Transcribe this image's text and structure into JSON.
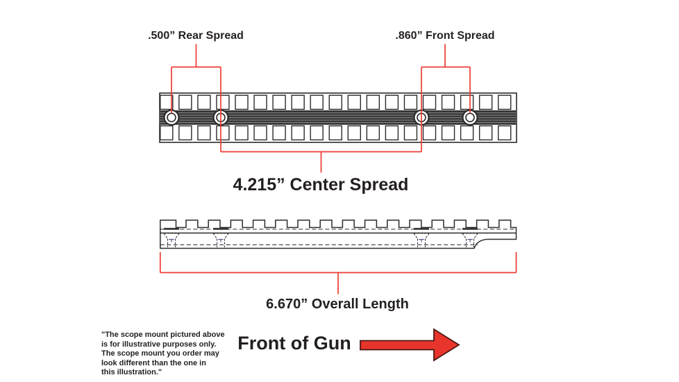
{
  "diagram": {
    "rear_spread_label": ".500” Rear Spread",
    "front_spread_label": ".860” Front Spread",
    "center_spread_label": "4.215” Center Spread",
    "overall_length_label": "6.670” Overall Length"
  },
  "footer": {
    "front_of_gun_label": "Front of Gun",
    "arrow_icon": "arrow-right",
    "disclaimer": "\"The scope mount pictured above\nis for illustrative purposes only.\nThe scope mount you order may\nlook different than the one in\nthis illustration.\""
  },
  "colors": {
    "callout_red": "#ee3b33",
    "arrow_fill": "#e8352c",
    "arrow_outline": "#4a1711",
    "line_dark": "#2b2b2b",
    "band_dark": "#383838",
    "band_stripe": "#8a8a8a",
    "screw_mark": "#5b5b8a",
    "text": "#231f20"
  }
}
